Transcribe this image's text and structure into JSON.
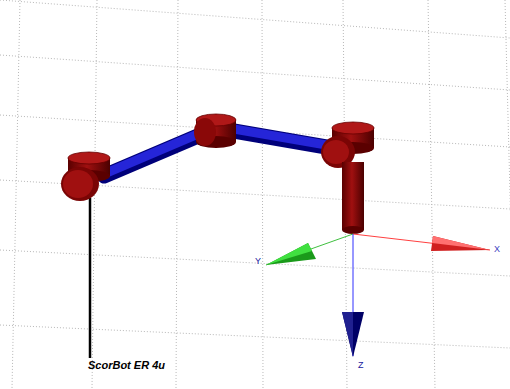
{
  "diagram": {
    "labels": [
      "ScorBot ER 4u",
      "Y",
      "X",
      "Z"
    ]
  }
}
